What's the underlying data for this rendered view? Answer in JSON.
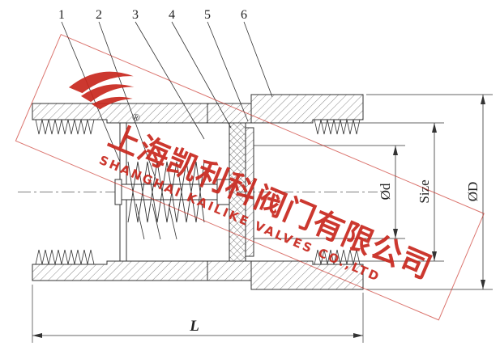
{
  "figure": {
    "type": "technical-drawing",
    "subject": "spring-loaded check valve cross-section"
  },
  "callouts": {
    "labels": [
      "1",
      "2",
      "3",
      "4",
      "5",
      "6"
    ]
  },
  "dimensions": {
    "inner_diameter": "Ød",
    "size": "Size",
    "outer_diameter": "ØD",
    "length": "L"
  },
  "watermark": {
    "company_cn": "上海凯利科阀门有限公司",
    "company_en": "SHANGHAI KAILIKE VALVES CO.,LTD",
    "registered_mark": "®",
    "brand_color": "#c8281e"
  },
  "drawing_colors": {
    "line": "#333333",
    "hatch": "#555555"
  }
}
